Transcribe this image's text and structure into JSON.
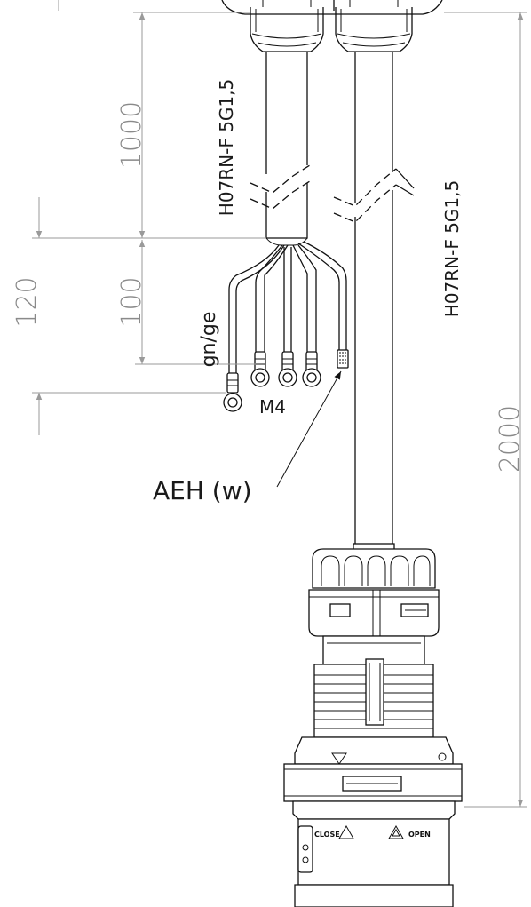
{
  "dimensions": {
    "d1000": "1000",
    "d100": "100",
    "d120": "120",
    "d2000": "2000"
  },
  "labels": {
    "cable_left": "H07RN-F 5G1,5",
    "cable_right": "H07RN-F 5G1,5",
    "wire_color": "gn/ge",
    "terminal_size": "M4",
    "end_sleeve": "AEH (w)",
    "connector_close": "CLOSE",
    "connector_open": "OPEN"
  },
  "colors": {
    "line": "#111111",
    "dimension": "#9a9a9a"
  }
}
